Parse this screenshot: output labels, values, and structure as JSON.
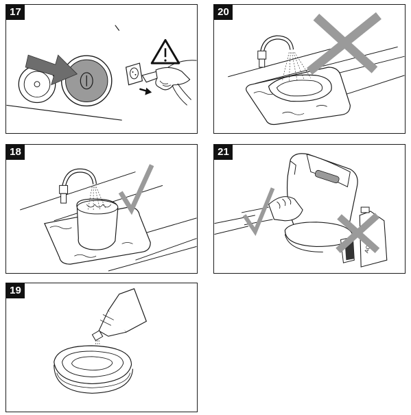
{
  "panels": [
    {
      "number": "17",
      "icons": [
        "power-button-icon",
        "warning-triangle-icon",
        "unplug-icon"
      ]
    },
    {
      "number": "18",
      "icons": [
        "faucet-icon",
        "checkmark-icon"
      ]
    },
    {
      "number": "19",
      "icons": [
        "bottle-pour-icon"
      ]
    },
    {
      "number": "20",
      "icons": [
        "faucet-icon",
        "cross-icon"
      ]
    },
    {
      "number": "21",
      "icons": [
        "wipe-cloth-icon",
        "checkmark-icon",
        "cross-icon",
        "acid-bottle-icon"
      ]
    }
  ],
  "labels": {
    "acid": "ACID"
  },
  "colors": {
    "arrow": "#6d6d6d",
    "button": "#9a9a9a",
    "mark": "#9a9a9a",
    "line": "#1a1a1a"
  }
}
